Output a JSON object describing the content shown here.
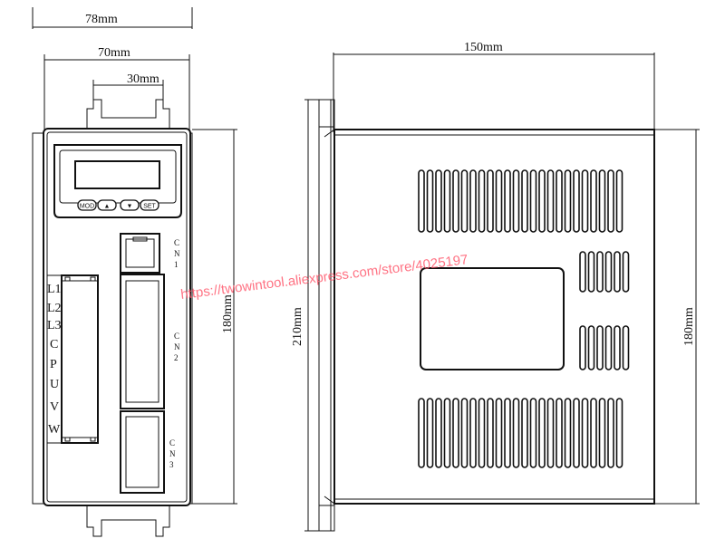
{
  "dimensions": {
    "width_total": "78mm",
    "width_body": "70mm",
    "mount_spacing": "30mm",
    "height_front": "180mm",
    "height_side_total": "210mm",
    "depth": "150mm",
    "height_side": "180mm"
  },
  "display_buttons": [
    "MOD",
    "▲",
    "▼",
    "SET"
  ],
  "terminals": [
    "L1",
    "L2",
    "L3",
    "C",
    "P",
    "U",
    "V",
    "W"
  ],
  "connectors": {
    "cn1": [
      "C",
      "N",
      "1"
    ],
    "cn2": [
      "C",
      "N",
      "2"
    ],
    "cn3": [
      "C",
      "N",
      "3"
    ]
  },
  "watermark": "https://twowintool.aliexpress.com/store/4025197"
}
